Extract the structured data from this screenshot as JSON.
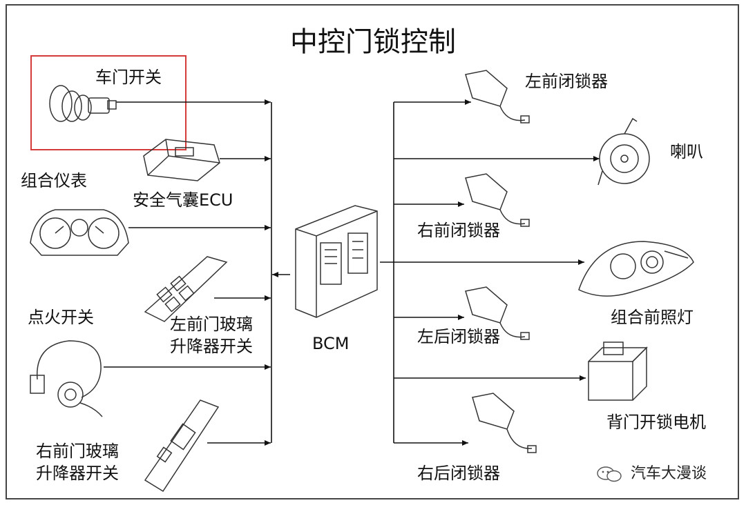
{
  "title": "中控门锁控制",
  "inputs": {
    "door_switch": "车门开关",
    "airbag_ecu": "安全气囊ECU",
    "instrument_cluster": "组合仪表",
    "lf_window_switch_line1": "左前门玻璃",
    "lf_window_switch_line2": "升降器开关",
    "ignition_switch": "点火开关",
    "rf_window_switch_line1": "右前门玻璃",
    "rf_window_switch_line2": "升降器开关"
  },
  "controller": {
    "name": "BCM"
  },
  "outputs": {
    "lf_lock": "左前闭锁器",
    "horn": "喇叭",
    "rf_lock": "右前闭锁器",
    "headlamp": "组合前照灯",
    "lr_lock": "左后闭锁器",
    "tailgate_motor": "背门开锁电机",
    "rr_lock": "右后闭锁器"
  },
  "watermark": "汽车大漫谈",
  "colors": {
    "highlight_box": "#d43a3a",
    "wire": "#111111"
  }
}
